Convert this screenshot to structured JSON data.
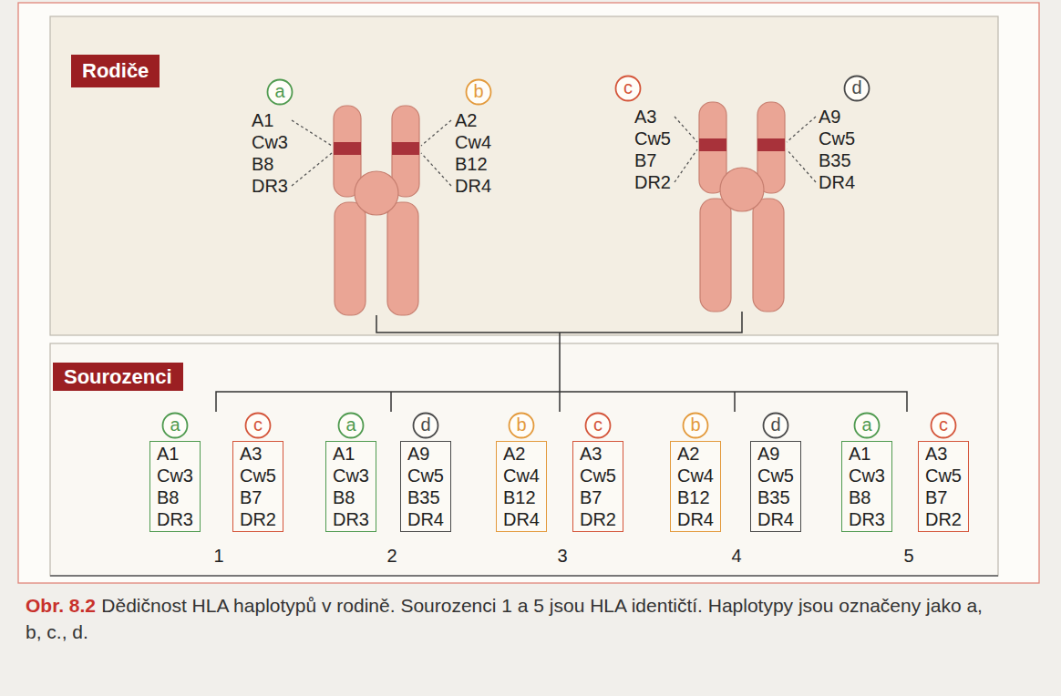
{
  "diagram": {
    "caption": "Dědičnost HLA haplotypů v rodině. Sourozenci 1 a 5 jsou HLA identičtí. Haplotypy jsou označeny jako a, b, c., d.",
    "nodes": [
      {
        "text": [
          "Rodiče"
        ]
      },
      {
        "text": [
          "a"
        ]
      },
      {
        "text": [
          "b"
        ]
      },
      {
        "text": [
          "c"
        ]
      },
      {
        "text": [
          "d"
        ]
      },
      {
        "text": [
          "Sourozenci"
        ]
      },
      {
        "text": [
          "a"
        ]
      },
      {
        "text": [
          "c"
        ]
      },
      {
        "text": [
          "a"
        ]
      },
      {
        "text": [
          "d"
        ]
      },
      {
        "text": [
          "b"
        ]
      },
      {
        "text": [
          "c"
        ]
      },
      {
        "text": [
          "b"
        ]
      },
      {
        "text": [
          "d"
        ]
      },
      {
        "text": [
          "a"
        ]
      },
      {
        "text": [
          "c"
        ]
      },
      {
        "text": [
          "A1 Cw3 B8 DR3"
        ]
      },
      {
        "text": [
          "A3 Cw5 B7 DR2"
        ]
      },
      {
        "text": [
          "A1 Cw3 B8 DR3"
        ]
      },
      {
        "text": [
          "A9 Cw5 B35 DR4"
        ]
      },
      {
        "text": [
          "A2 Cw4 B12 DR4"
        ]
      },
      {
        "text": [
          "A3 Cw5 B7 DR2"
        ]
      },
      {
        "text": [
          "A2 Cw4 B12 DR4"
        ]
      },
      {
        "text": [
          "A9 Cw5 B35 DR4"
        ]
      },
      {
        "text": [
          "A1 Cw3 B8 DR3"
        ]
      },
      {
        "text": [
          "A3 Cw5 B7 DR2"
        ]
      }
    ],
    "labels": [
      "A1 Cw3 B8 DR3",
      "A2 Cw4 B12 DR4",
      "A3 Cw5 B7 DR2",
      "A9 Cw5 B35 DR4",
      "1",
      "2",
      "3",
      "4",
      "5",
      "Obr. 8.2"
    ]
  }
}
